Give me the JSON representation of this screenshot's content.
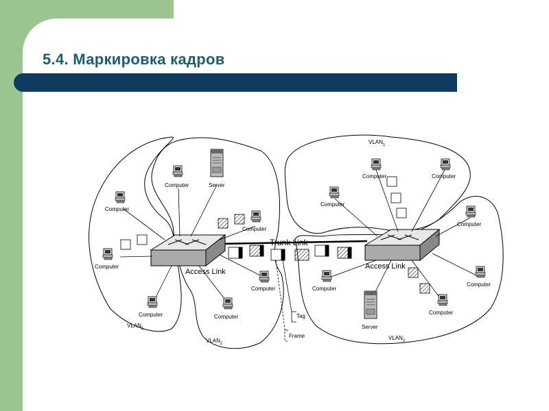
{
  "slide": {
    "title": "5.4. Маркировка кадров"
  },
  "diagram": {
    "trunk_link": "Trunk Link",
    "access_link_left": "Access Link",
    "access_link_right": "Access Link",
    "tag": "Tag",
    "frame": "Frame",
    "vlan1_left": "VLAN",
    "vlan1_left_sub": "1",
    "vlan2_left": "VLAN",
    "vlan2_left_sub": "2",
    "vlan1_right": "VLAN",
    "vlan1_right_sub": "1",
    "vlan2_right": "VLAN",
    "vlan2_right_sub": "2",
    "left_computers": [
      "Computer",
      "Computer",
      "Computer",
      "Computer",
      "Computer",
      "Computer",
      "Computer"
    ],
    "left_server": "Server",
    "right_computers": [
      "Computer",
      "Computer",
      "Computer",
      "Computer",
      "Computer",
      "Computer",
      "Computer"
    ],
    "right_server": "Server"
  },
  "colors": {
    "sidebar_green": "#9dc58f",
    "title_text": "#1b5f6e",
    "title_bar": "#0f3b60"
  }
}
